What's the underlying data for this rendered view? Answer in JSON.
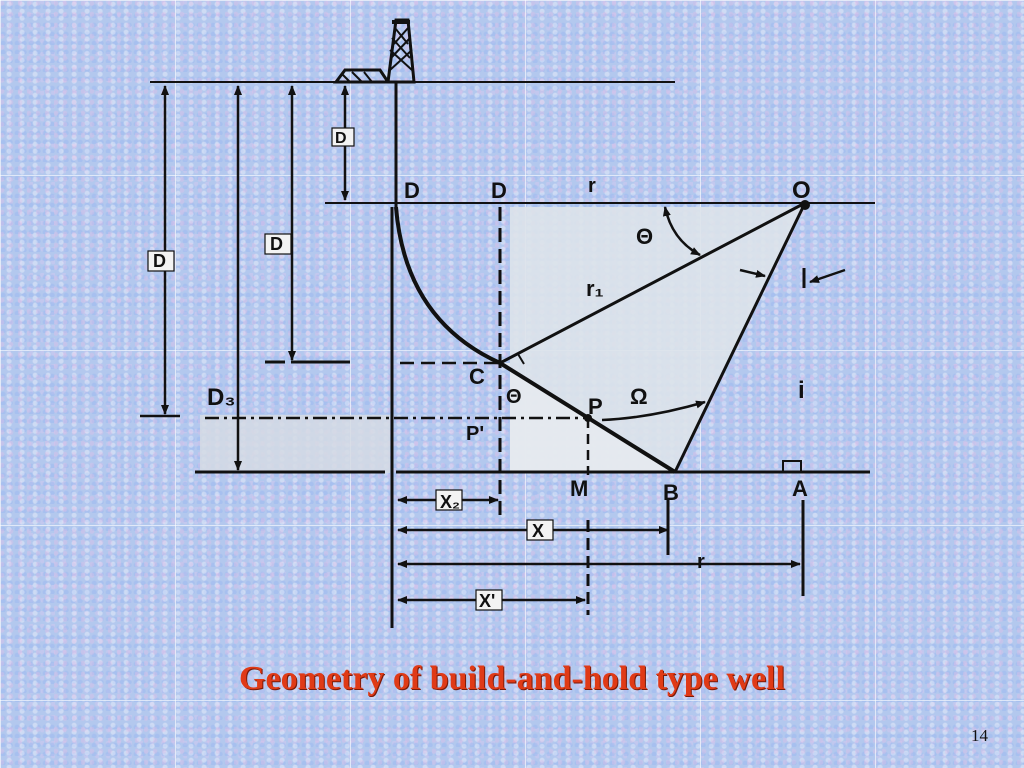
{
  "slide": {
    "caption": "Geometry of build-and-hold type well",
    "number": "14"
  },
  "diagram": {
    "labels": {
      "d_top_left": "D",
      "d_top_right": "D",
      "r1_top": "r",
      "o": "O",
      "d_vertical_1": "D",
      "d_vertical_2": "D",
      "d_vertical_3": "D",
      "theta_top": "Θ",
      "r1_diag": "r₁",
      "c": "C",
      "theta_c": "Θ",
      "p": "P",
      "omega": "Ω",
      "p_prime": "P'",
      "d3": "D₃",
      "i": "i",
      "m": "M",
      "b": "B",
      "a": "A",
      "x2": "X₂",
      "x": "X",
      "r1_bottom": "r",
      "x_prime": "X'"
    },
    "colors": {
      "ink": "#111111",
      "caption": "#e03a16",
      "shade": "#dde3ea"
    }
  }
}
